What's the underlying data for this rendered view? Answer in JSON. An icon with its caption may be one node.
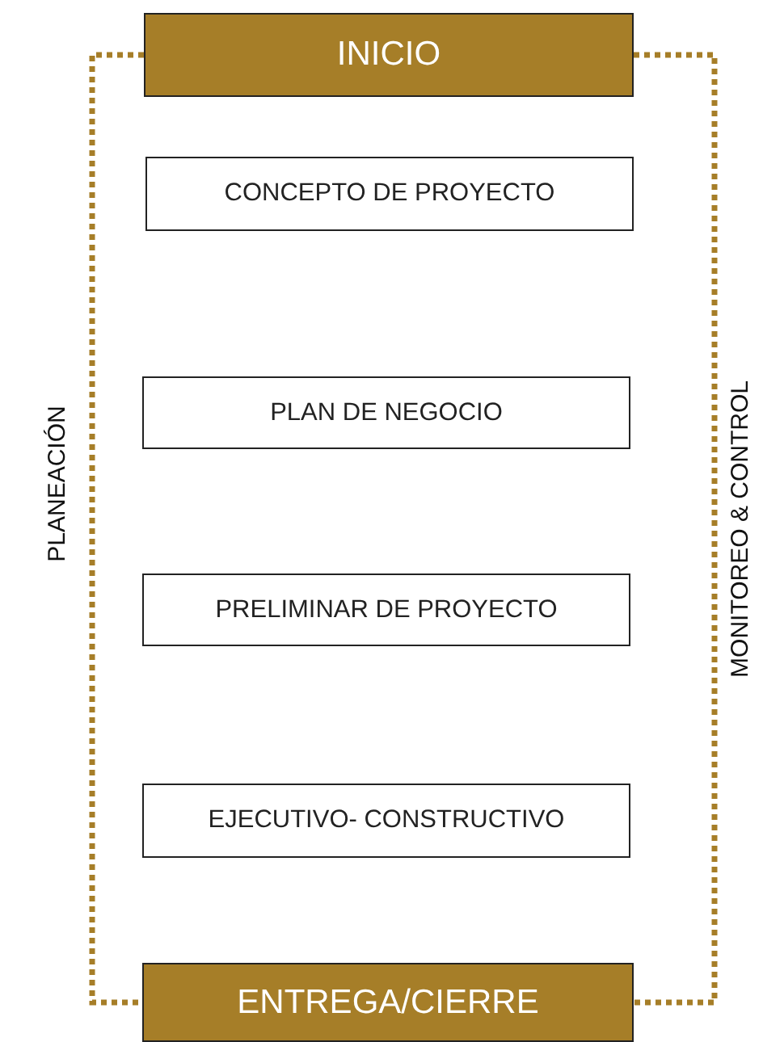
{
  "diagram": {
    "nodes": [
      {
        "text": [
          "INICIO"
        ]
      },
      {
        "text": [
          "CONCEPTO DE PROYECTO"
        ]
      },
      {
        "text": [
          "PLAN DE NEGOCIO"
        ]
      },
      {
        "text": [
          "PRELIMINAR DE PROYECTO"
        ]
      },
      {
        "text": [
          "EJECUTIVO- CONSTRUCTIVO"
        ]
      },
      {
        "text": [
          "ENTREGA/CIERRE"
        ]
      }
    ],
    "edges": [
      {
        "from": 0,
        "to": 5,
        "arrow": "none",
        "label": "PLANEACIÓN",
        "style": "dashed"
      },
      {
        "from": 0,
        "to": 5,
        "arrow": "none",
        "label": "MONITOREO & CONTROL",
        "style": "dashed"
      }
    ]
  }
}
